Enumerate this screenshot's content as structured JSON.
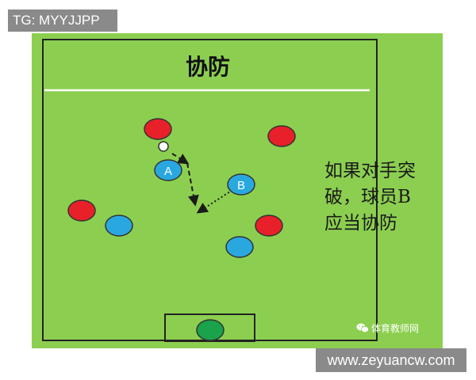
{
  "diagram": {
    "title": "协防",
    "caption": [
      "如果对手突",
      "破，球员B",
      "应当协防"
    ],
    "players": {
      "attacker_red": "#e8202a",
      "defender_blue": "#29a8e0",
      "goalkeeper_green": "#1aa34a",
      "labels": [
        "A",
        "B"
      ]
    },
    "field_color": "#8ccf50"
  },
  "overlays": {
    "tag": "TG: MYYJJPP",
    "website": "www.zeyuancw.com",
    "watermark": "体育教师网"
  }
}
